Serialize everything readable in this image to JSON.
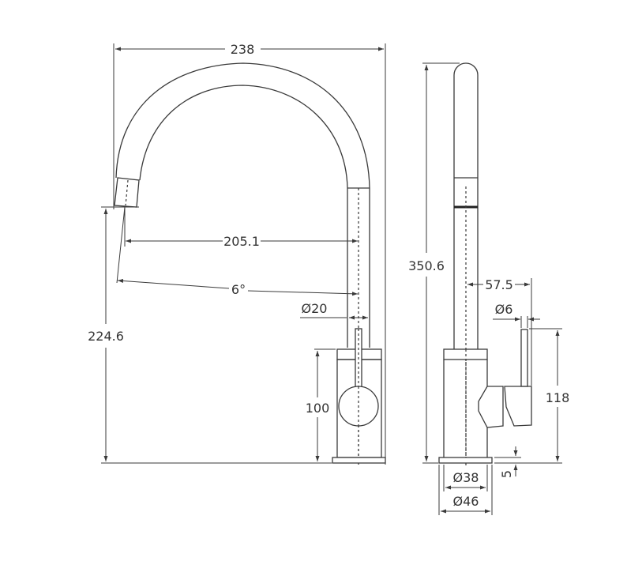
{
  "drawing": {
    "front_view": {
      "overall_width": "238",
      "spout_reach": "205.1",
      "spout_angle": "6°",
      "spout_diameter": "Ø20",
      "overall_spout_height": "224.6",
      "body_height": "100"
    },
    "side_view": {
      "overall_height": "350.6",
      "handle_offset": "57.5",
      "handle_diameter": "Ø6",
      "handle_height": "118",
      "base_thickness": "5",
      "body_diameter": "Ø38",
      "base_diameter": "Ø46"
    },
    "colors": {
      "line": "#3a3a3a",
      "text": "#333333",
      "background": "#ffffff"
    }
  }
}
